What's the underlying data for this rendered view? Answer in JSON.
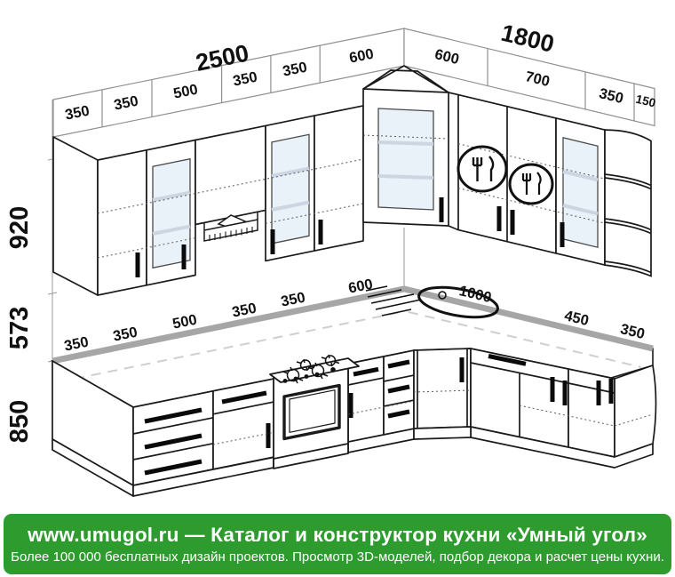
{
  "banner": {
    "line1": "www.umugol.ru — Каталог и конструктор кухни «Умный угол»",
    "line2": "Более 100 000 бесплатных дизайн проектов. Просмотр 3D-моделей, подбор декора и расчет цены кухни.",
    "bg_color": "#2E9B2F",
    "text_color": "#FFFFFF"
  },
  "dims": {
    "left_total": "2500",
    "right_total": "1800",
    "height_upper": "920",
    "height_gap": "573",
    "height_base": "850",
    "upper_left": [
      "350",
      "350",
      "500",
      "350",
      "350",
      "600"
    ],
    "upper_right": [
      "600",
      "700",
      "350",
      "150"
    ],
    "counter_left": [
      "350",
      "350",
      "500",
      "350",
      "350",
      "600"
    ],
    "counter_right": [
      "1000",
      "450",
      "350"
    ]
  },
  "drawing": {
    "outline_color": "#1a1a1a",
    "dim_band_color": "#909090",
    "glass_color": "#e9f1f9",
    "backsplash_color": "#a6a6a6",
    "icons": [
      "cutlery-plate-icon",
      "cutlery-plate-icon",
      "cooker-hood-icon",
      "hob-burners-icon",
      "sink-icon"
    ]
  }
}
